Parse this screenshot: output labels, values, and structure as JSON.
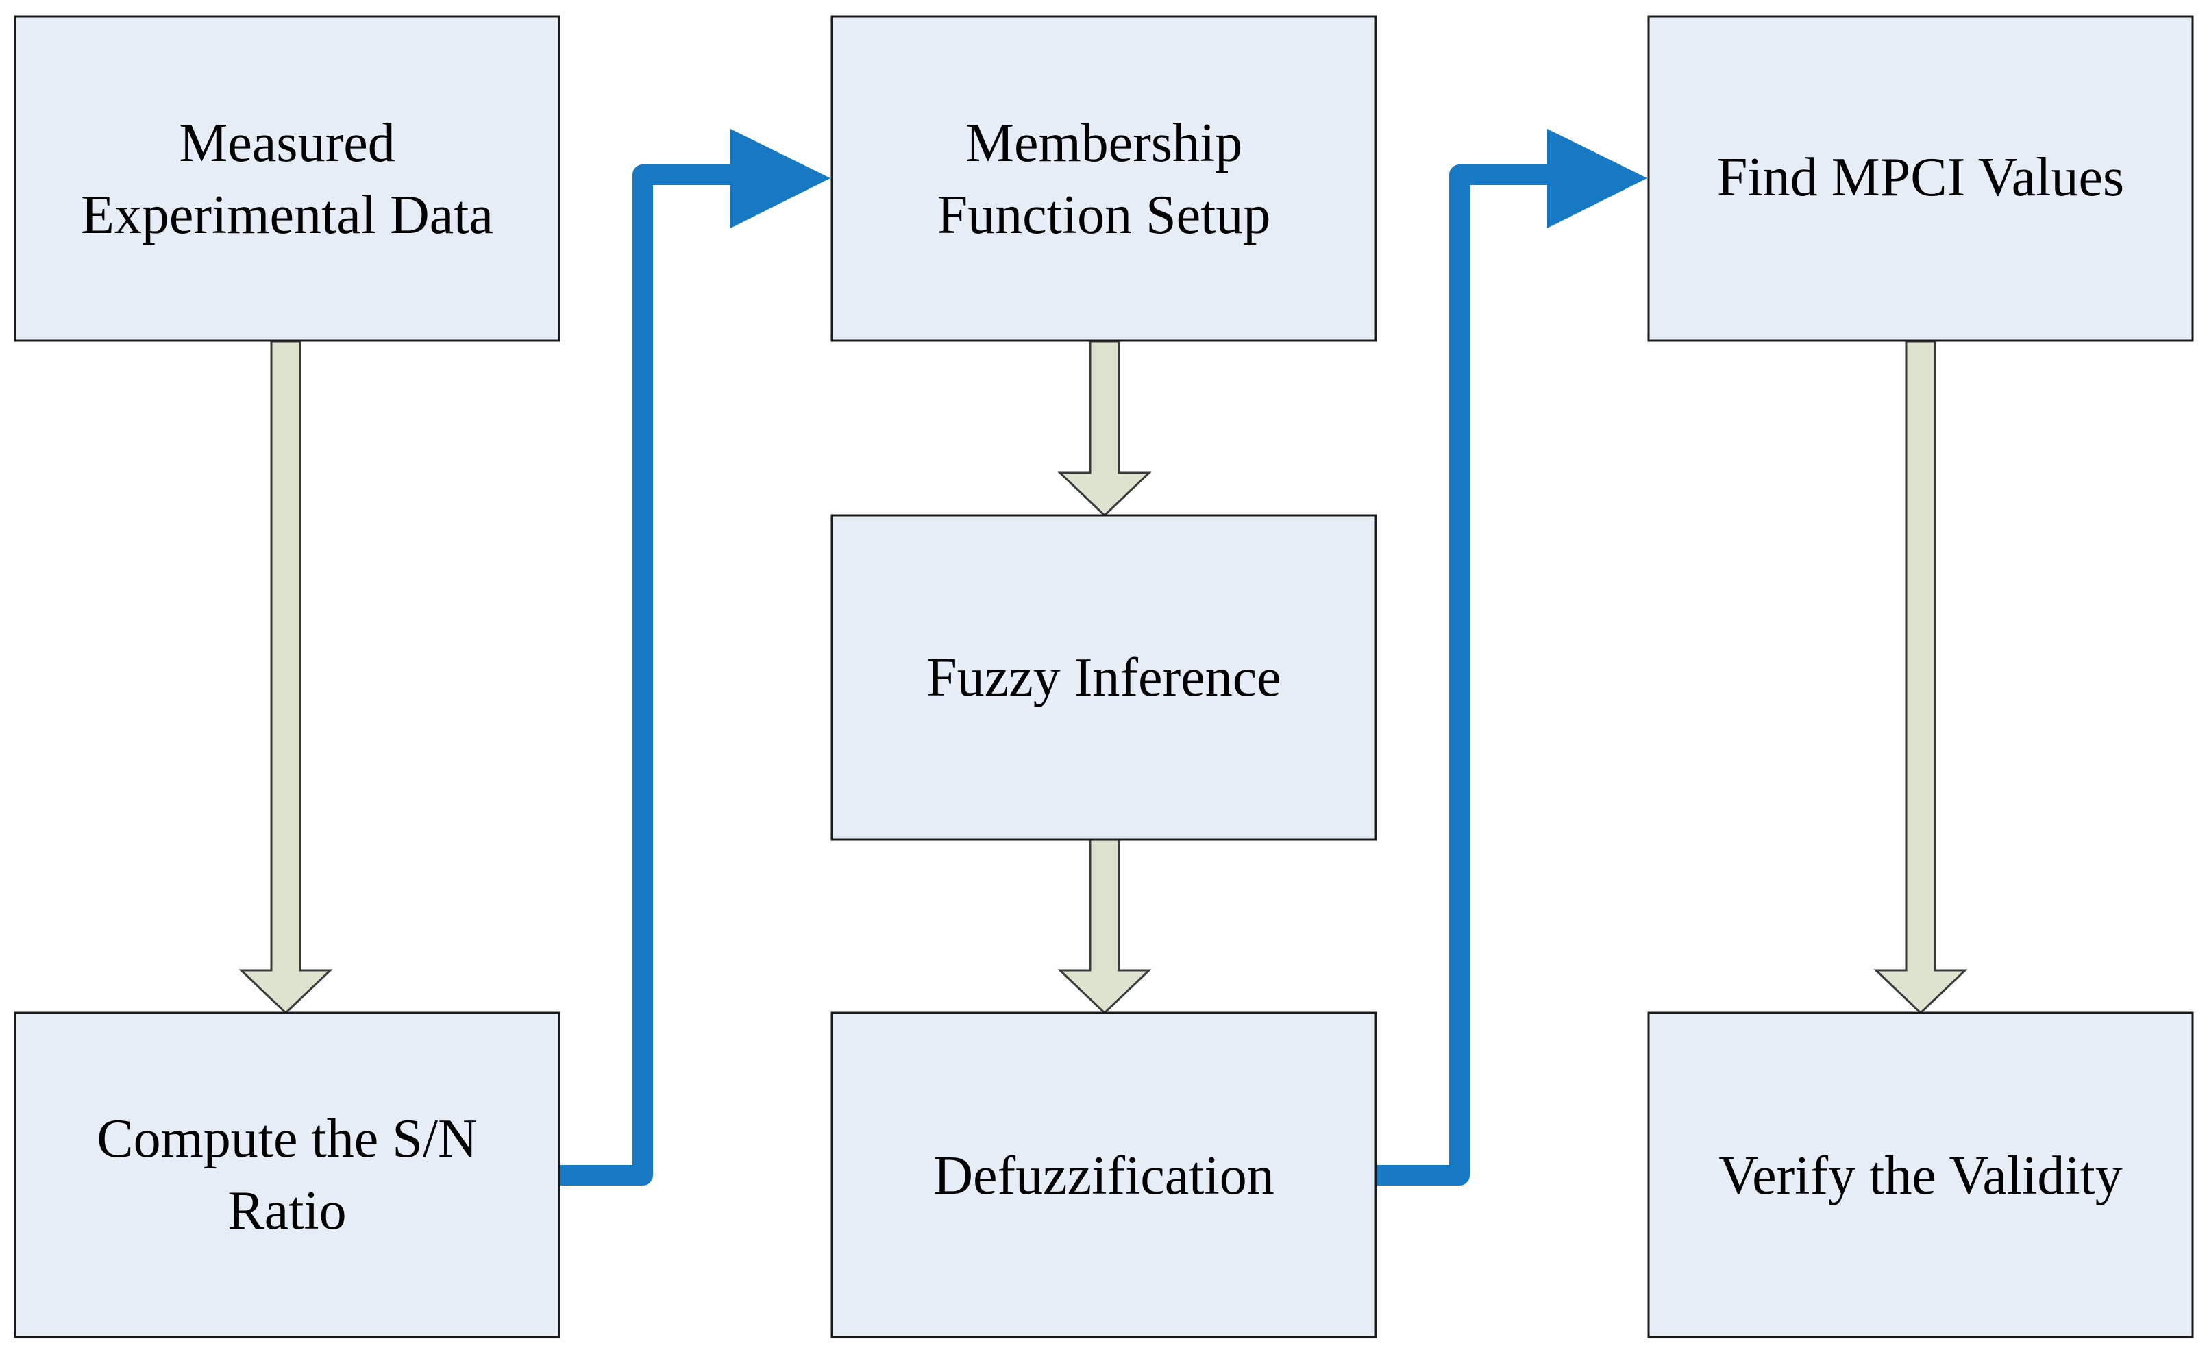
{
  "colors": {
    "box_fill": "#e6edf7",
    "box_stroke": "#1a1a1a",
    "down_arrow_fill": "#dde3cf",
    "down_arrow_stroke": "#3a3a3a",
    "flow_arrow": "#1778c4"
  },
  "boxes": {
    "measured": {
      "lines": [
        "Measured",
        "Experimental Data"
      ]
    },
    "compute": {
      "lines": [
        "Compute the S/N",
        "Ratio"
      ]
    },
    "membership": {
      "lines": [
        "Membership",
        "Function Setup"
      ]
    },
    "fuzzy": {
      "lines": [
        "Fuzzy Inference"
      ]
    },
    "defuzz": {
      "lines": [
        "Defuzzification"
      ]
    },
    "mpci": {
      "lines": [
        "Find MPCI Values"
      ]
    },
    "verify": {
      "lines": [
        "Verify the Validity"
      ]
    }
  }
}
